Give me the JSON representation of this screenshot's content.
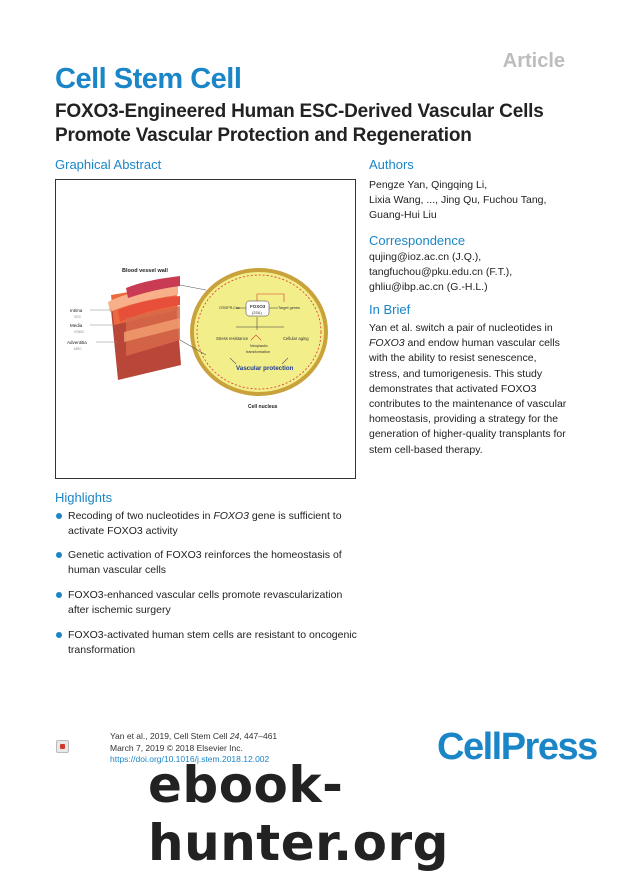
{
  "header": {
    "article_tag": "Article",
    "journal": "Cell Stem Cell",
    "title": "FOXO3-Engineered Human ESC-Derived Vascular Cells Promote Vascular Protection and Regeneration"
  },
  "graphical_abstract": {
    "heading": "Graphical Abstract",
    "labels": {
      "blood_vessel_wall": "Blood vessel wall",
      "intima": "Intima",
      "intima_sub": "VEC",
      "media": "Media",
      "media_sub": "VSMC",
      "adventitia": "Adventitia",
      "adventitia_sub": "MSC",
      "crispr": "CRISPR-Cas",
      "foxo3": "FOXO3",
      "foxo3_sub": "(2SA)",
      "target_genes": "Target genes",
      "stress_resistance": "Stress resistance",
      "cellular_aging": "Cellular aging",
      "neoplastic": "Neoplastic",
      "transformation": "transformation",
      "vascular_protection": "Vascular protection",
      "cell_nucleus": "Cell nucleus"
    }
  },
  "authors": {
    "heading": "Authors",
    "lines": [
      "Pengze Yan, Qingqing Li,",
      "Lixia Wang, ..., Jing Qu, Fuchou Tang,",
      "Guang-Hui Liu"
    ]
  },
  "correspondence": {
    "heading": "Correspondence",
    "lines": [
      "qujing@ioz.ac.cn (J.Q.),",
      "tangfuchou@pku.edu.cn (F.T.),",
      "ghliu@ibp.ac.cn (G.-H.L.)"
    ]
  },
  "in_brief": {
    "heading": "In Brief",
    "before_em": "Yan et al. switch a pair of nucleotides in ",
    "em": "FOXO3",
    "after_em": " and endow human vascular cells with the ability to resist senescence, stress, and tumorigenesis. This study demonstrates that activated FOXO3 contributes to the maintenance of vascular homeostasis, providing a strategy for the generation of higher-quality transplants for stem cell-based therapy."
  },
  "highlights": {
    "heading": "Highlights",
    "item1_before": "Recoding of two nucleotides in ",
    "item1_em": "FOXO3",
    "item1_after": " gene is sufficient to activate FOXO3 activity",
    "item2": "Genetic activation of FOXO3 reinforces the homeostasis of human vascular cells",
    "item3": "FOXO3-enhanced vascular cells promote revascularization after ischemic surgery",
    "item4": "FOXO3-activated human stem cells are resistant to oncogenic transformation"
  },
  "footer": {
    "citation_prefix": "Yan et al., 2019, Cell Stem Cell ",
    "citation_volume": "24",
    "citation_pages": ", 447–461",
    "date_line": "March 7, 2019 © 2018 Elsevier Inc.",
    "doi": "https://doi.org/10.1016/j.stem.2018.12.002",
    "publisher_logo": "CellPress",
    "watermark": "ebook-hunter.org"
  },
  "colors": {
    "accent": "#1a86c8",
    "nucleus": "#f2ee8a",
    "vessel_outer": "#e8563f",
    "vessel_inner": "#f3a07a",
    "protection_text": "#1e3a9a"
  }
}
